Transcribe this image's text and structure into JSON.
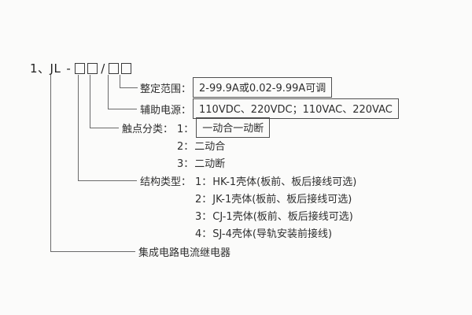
{
  "header": {
    "prefix": "1、JL",
    "dash": "-",
    "slash": "/"
  },
  "rows": {
    "setting_range": {
      "label": "整定范围：",
      "value": "2-99.9A或0.02-9.99A可调"
    },
    "aux_power": {
      "label": "辅助电源：",
      "value": "110VDC、220VDC；110VAC、220VAC"
    },
    "contact_type": {
      "label": "触点分类：",
      "items": [
        {
          "num": "1：",
          "value": "一动合一动断"
        },
        {
          "num": "2：",
          "value": "二动合"
        },
        {
          "num": "3：",
          "value": "二动断"
        }
      ]
    },
    "structure_type": {
      "label": "结构类型：",
      "items": [
        {
          "num": "1：",
          "value": "HK-1壳体(板前、板后接线可选)"
        },
        {
          "num": "2：",
          "value": "JK-1壳体(板前、板后接线可选)"
        },
        {
          "num": "3：",
          "value": "CJ-1壳体(板前、板后接线可选)"
        },
        {
          "num": "4：",
          "value": " SJ-4壳体(导轨安装前接线)"
        }
      ]
    },
    "product_name": "集成电路电流继电器"
  }
}
